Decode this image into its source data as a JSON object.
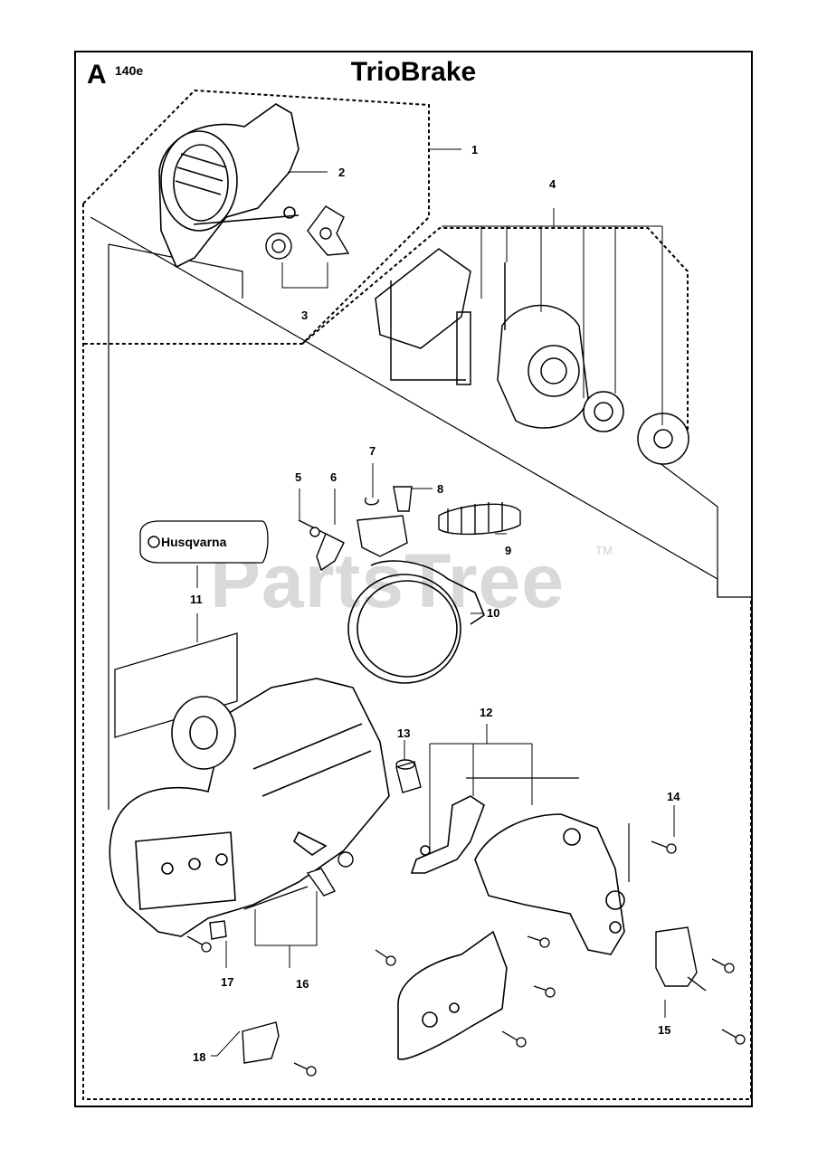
{
  "header": {
    "section_letter": "A",
    "model": "140e",
    "title": "TrioBrake"
  },
  "watermark": {
    "text": "PartsTree",
    "trademark": "TM"
  },
  "decal": {
    "brand": "Husqvarna"
  },
  "callouts": [
    "1",
    "2",
    "3",
    "4",
    "5",
    "6",
    "7",
    "8",
    "9",
    "10",
    "11",
    "12",
    "13",
    "14",
    "15",
    "16",
    "17",
    "18"
  ],
  "colors": {
    "line": "#000000",
    "watermark": "#d9d9d9",
    "part_fill": "#ffffff",
    "shade": "#1a1a1a"
  }
}
